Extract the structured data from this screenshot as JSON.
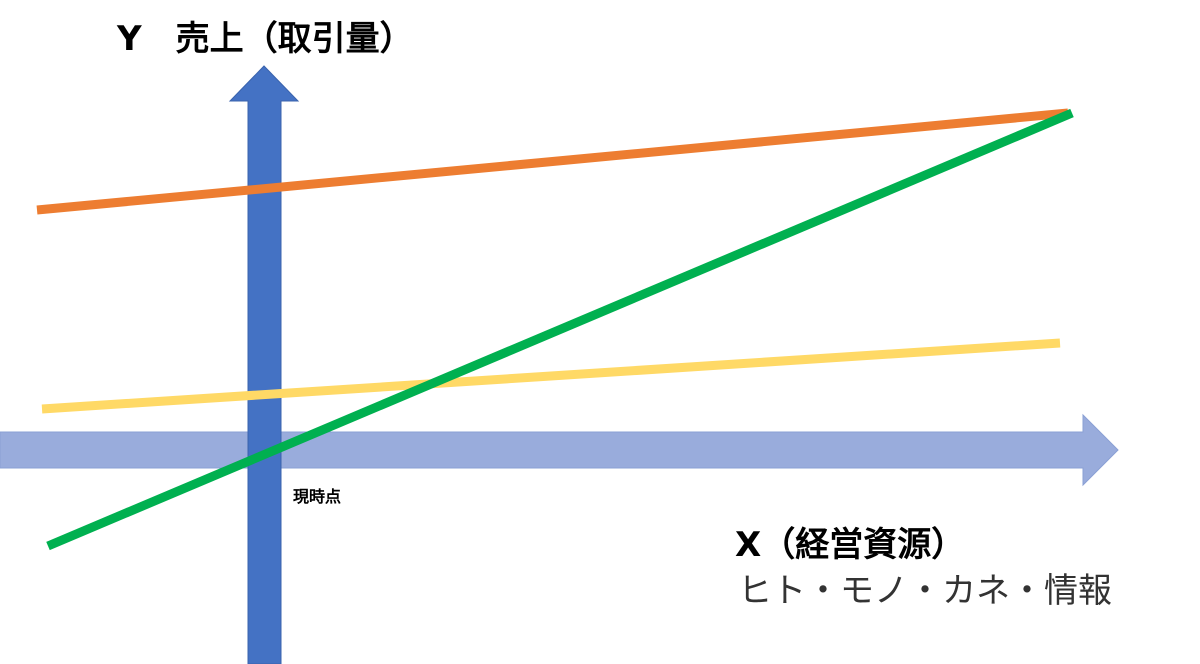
{
  "labels": {
    "y_axis": "Y　売上（取引量）",
    "x_axis": "X（経営資源）",
    "x_axis_sub": "ヒト・モノ・カネ・情報",
    "now_marker": "現時点"
  },
  "colors": {
    "y_arrow": "#4472c4",
    "x_arrow": "#99acdc",
    "line_orange": "#ed7d31",
    "line_green": "#00b050",
    "line_yellow": "#ffd966",
    "text": "#000000",
    "sub_text": "#333333"
  }
}
